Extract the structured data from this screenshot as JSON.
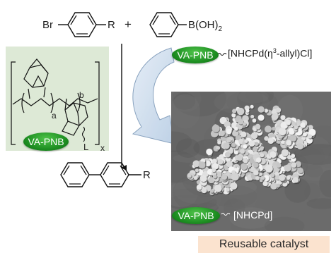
{
  "reaction": {
    "reactant1_br": "Br",
    "reactant1_r": "R",
    "plus": "+",
    "reactant2_group": "B(OH)",
    "reactant2_sub": "2",
    "product_r": "R"
  },
  "polymer": {
    "sub_a": "a",
    "sub_b": "b",
    "sub_x": "x",
    "linker_l": "L"
  },
  "badges": {
    "polymer_badge": "VA-PNB",
    "catalyst_badge": "VA-PNB",
    "sem_badge": "VA-PNB"
  },
  "catalyst": {
    "precursor_prefix": "[NHCPd(",
    "eta": "η",
    "eta_sup": "3",
    "precursor_suffix": "-allyl)Cl]",
    "supported": "[NHCPd]"
  },
  "caption": "Reusable catalyst",
  "colors": {
    "badge_green": "#1e8f22",
    "polymer_panel": "#dde9d6",
    "curved_arrow": "#c9d9ea",
    "caption_bg": "#fbe3cf",
    "sem_bg": "#6b6b6b"
  }
}
